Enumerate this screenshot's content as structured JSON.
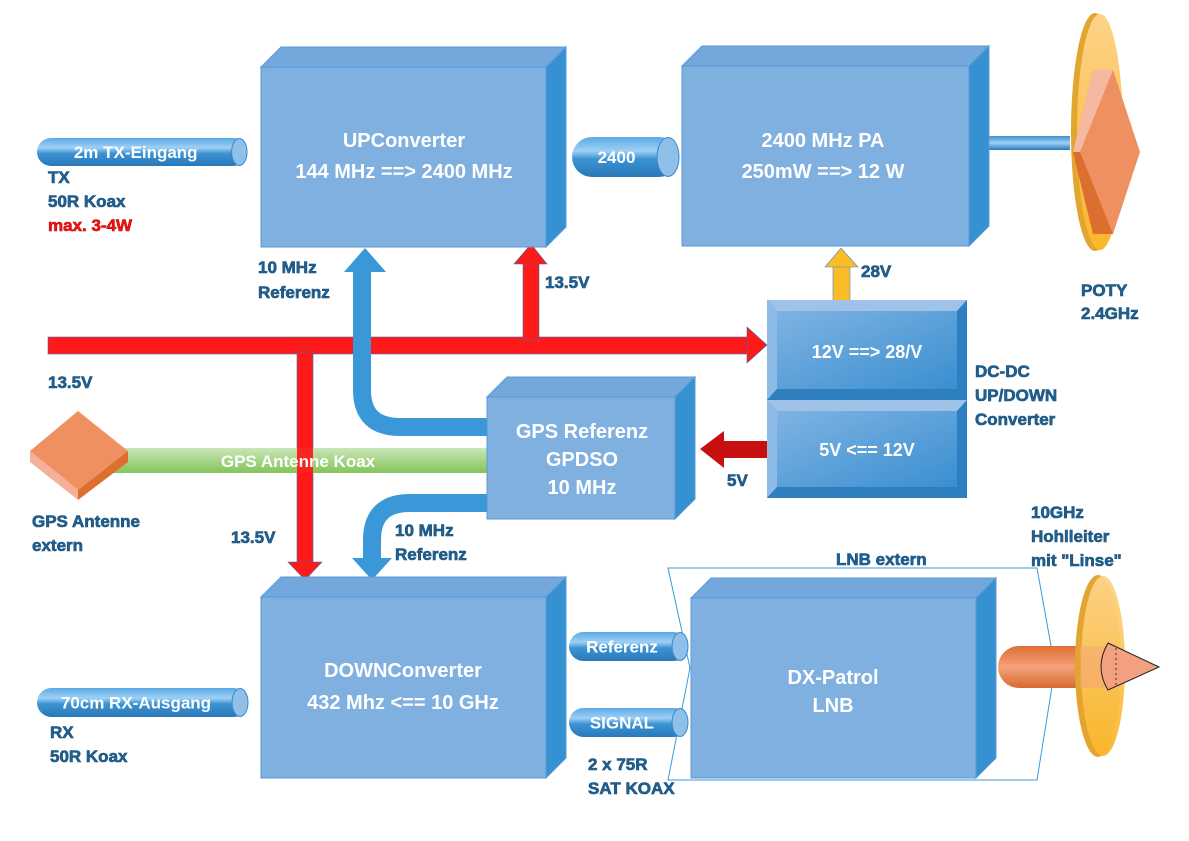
{
  "title": "Transverter Blockschaltbild 2.4 GHz / 10 GHz",
  "colors": {
    "box_front": "#7fb0e0",
    "box_top": "#74a8dc",
    "box_side": "#3591d2",
    "power_line": "#ff1a1a",
    "power_5v": "#c80f0f",
    "reference": "#3a98d8",
    "supply_28v": "#fbbc2a",
    "gps_coax": "#8cc763",
    "label_text": "#1f5f8f",
    "warning_text": "#ee1111",
    "antenna_orange": "#ef9060",
    "dish_yellow": "#fbbf3a"
  },
  "blocks": {
    "upconverter": {
      "line1": "UPConverter",
      "line2": "144 MHz ==> 2400 MHz"
    },
    "pa": {
      "line1": "2400 MHz PA",
      "line2": "250mW ==> 12 W"
    },
    "gps_reference": {
      "line1": "GPS Referenz",
      "line2": "GPDSO",
      "line3": "10 MHz"
    },
    "dcdc_up": {
      "line1": "12V ==> 28/V"
    },
    "dcdc_down": {
      "line1": "5V <== 12V"
    },
    "downconverter": {
      "line1": "DOWNConverter",
      "line2": "432 Mhz <== 10 GHz"
    },
    "lnb": {
      "line1": "DX-Patrol",
      "line2": "LNB"
    }
  },
  "cables": {
    "tx_input": "2m TX-Eingang",
    "link_2400": "2400",
    "rx_output": "70cm RX-Ausgang",
    "referenz": "Referenz",
    "signal": "SIGNAL",
    "gps_coax": "GPS Antenne Koax"
  },
  "labels": {
    "tx": {
      "line1": "TX",
      "line2": "50R Koax",
      "line3": "max. 3-4W"
    },
    "rx": {
      "line1": "RX",
      "line2": "50R Koax"
    },
    "ref_up": {
      "line1": "10 MHz",
      "line2": "Referenz"
    },
    "ref_down": {
      "line1": "10 MHz",
      "line2": "Referenz"
    },
    "v_up": "13.5V",
    "v_bus": "13.5V",
    "v_down": "13.5V",
    "v_28": "28V",
    "v_5": "5V",
    "poty": {
      "line1": "POTY",
      "line2": "2.4GHz"
    },
    "dcdc": {
      "line1": "DC-DC",
      "line2": "UP/DOWN",
      "line3": "Converter"
    },
    "gps_antenna": {
      "line1": "GPS Antenne",
      "line2": "extern"
    },
    "lnb_extern": "LNB extern",
    "sat_coax": {
      "line1": "2 x 75R",
      "line2": "SAT KOAX"
    },
    "horn": {
      "line1": "10GHz",
      "line2": "Hohlleiter",
      "line3": "mit \"Linse\""
    }
  }
}
